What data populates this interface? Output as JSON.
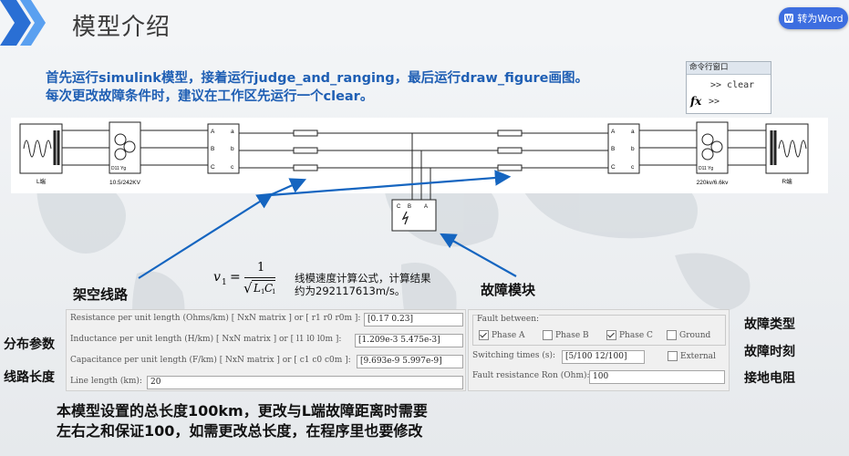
{
  "header": {
    "title": "模型介绍",
    "word_button": "转为Word"
  },
  "instructions": {
    "line1": "首先运行simulink模型，接着运行judge_and_ranging，最后运行draw_figure画图。",
    "line2": "每次更改故障条件时，建议在工作区先运行一个clear。"
  },
  "command_window": {
    "caption": "命令行窗口",
    "line1": ">> clear",
    "prompt": ">>",
    "fx": "fx"
  },
  "diagram": {
    "left_source": "L端",
    "left_transformer": "10.5/242KV",
    "right_transformer": "220kv/6.6kv",
    "right_source": "R端",
    "xfmr_tag": "D11 Yg",
    "ports": {
      "a": "A",
      "b": "B",
      "c": "C",
      "la": "a",
      "lb": "b",
      "lc": "c"
    }
  },
  "labels": {
    "overhead_line": "架空线路",
    "fault_module": "故障模块",
    "distributed_params": "分布参数",
    "line_length": "线路长度",
    "fault_type": "故障类型",
    "fault_time": "故障时刻",
    "ground_resistance": "接地电阻"
  },
  "formula": {
    "lhs": "v",
    "sub1": "1",
    "num": "1",
    "den": "L",
    "den_c": "C",
    "note1": "线模速度计算公式，计算结果",
    "note2": "约为292117613m/s。"
  },
  "line_params": {
    "resistance_label": "Resistance per unit length (Ohms/km) [ NxN matrix ] or [ r1 r0 r0m ]:",
    "resistance_value": "[0.17 0.23]",
    "inductance_label": "Inductance per unit length (H/km) [ NxN matrix ] or [ l1 l0 l0m ]:",
    "inductance_value": "[1.209e-3  5.475e-3]",
    "capacitance_label": "Capacitance per unit length (F/km) [ NxN matrix ] or [ c1 c0 c0m ]:",
    "capacitance_value": "[9.693e-9 5.997e-9]",
    "length_label": "Line length (km):",
    "length_value": "20"
  },
  "fault_params": {
    "group_label": "Fault between:",
    "phase_a": "Phase A",
    "phase_b": "Phase B",
    "phase_c": "Phase C",
    "ground": "Ground",
    "switching_label": "Switching times (s):",
    "switching_value": "[5/100 12/100]",
    "external": "External",
    "resistance_label": "Fault resistance Ron (Ohm):",
    "resistance_value": "100"
  },
  "bottom_note": {
    "line1": "本模型设置的总长度100km，更改与L端故障距离时需要",
    "line2": "左右之和保证100，如需更改总长度，在程序里也要修改"
  },
  "colors": {
    "accent_blue": "#1f5fb4",
    "arrow_blue": "#1565c0",
    "word_button": "#3d6ee0"
  }
}
